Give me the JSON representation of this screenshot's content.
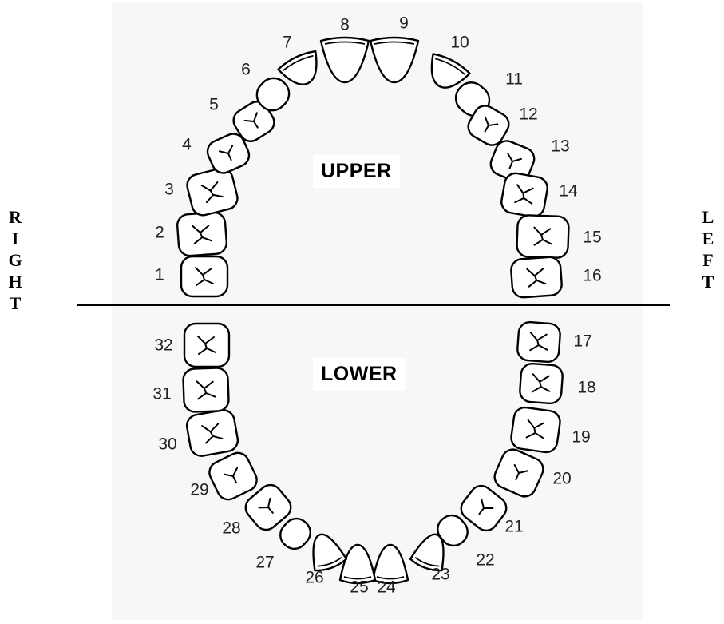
{
  "arch_labels": {
    "upper": "UPPER",
    "lower": "LOWER"
  },
  "side_labels": {
    "right": [
      "R",
      "I",
      "G",
      "H",
      "T"
    ],
    "left": [
      "L",
      "E",
      "F",
      "T"
    ]
  },
  "teeth": [
    {
      "number": "1",
      "arch": "upper",
      "type": "molar"
    },
    {
      "number": "2",
      "arch": "upper",
      "type": "molar"
    },
    {
      "number": "3",
      "arch": "upper",
      "type": "molar"
    },
    {
      "number": "4",
      "arch": "upper",
      "type": "premolar"
    },
    {
      "number": "5",
      "arch": "upper",
      "type": "premolar"
    },
    {
      "number": "6",
      "arch": "upper",
      "type": "canine"
    },
    {
      "number": "7",
      "arch": "upper",
      "type": "incisor"
    },
    {
      "number": "8",
      "arch": "upper",
      "type": "incisor"
    },
    {
      "number": "9",
      "arch": "upper",
      "type": "incisor"
    },
    {
      "number": "10",
      "arch": "upper",
      "type": "incisor"
    },
    {
      "number": "11",
      "arch": "upper",
      "type": "canine"
    },
    {
      "number": "12",
      "arch": "upper",
      "type": "premolar"
    },
    {
      "number": "13",
      "arch": "upper",
      "type": "premolar"
    },
    {
      "number": "14",
      "arch": "upper",
      "type": "molar"
    },
    {
      "number": "15",
      "arch": "upper",
      "type": "molar"
    },
    {
      "number": "16",
      "arch": "upper",
      "type": "molar"
    },
    {
      "number": "17",
      "arch": "lower",
      "type": "molar"
    },
    {
      "number": "18",
      "arch": "lower",
      "type": "molar"
    },
    {
      "number": "19",
      "arch": "lower",
      "type": "molar"
    },
    {
      "number": "20",
      "arch": "lower",
      "type": "premolar"
    },
    {
      "number": "21",
      "arch": "lower",
      "type": "premolar"
    },
    {
      "number": "22",
      "arch": "lower",
      "type": "canine"
    },
    {
      "number": "23",
      "arch": "lower",
      "type": "incisor"
    },
    {
      "number": "24",
      "arch": "lower",
      "type": "incisor"
    },
    {
      "number": "25",
      "arch": "lower",
      "type": "incisor"
    },
    {
      "number": "26",
      "arch": "lower",
      "type": "incisor"
    },
    {
      "number": "27",
      "arch": "lower",
      "type": "canine"
    },
    {
      "number": "28",
      "arch": "lower",
      "type": "premolar"
    },
    {
      "number": "29",
      "arch": "lower",
      "type": "premolar"
    },
    {
      "number": "30",
      "arch": "lower",
      "type": "molar"
    },
    {
      "number": "31",
      "arch": "lower",
      "type": "molar"
    },
    {
      "number": "32",
      "arch": "lower",
      "type": "molar"
    }
  ]
}
